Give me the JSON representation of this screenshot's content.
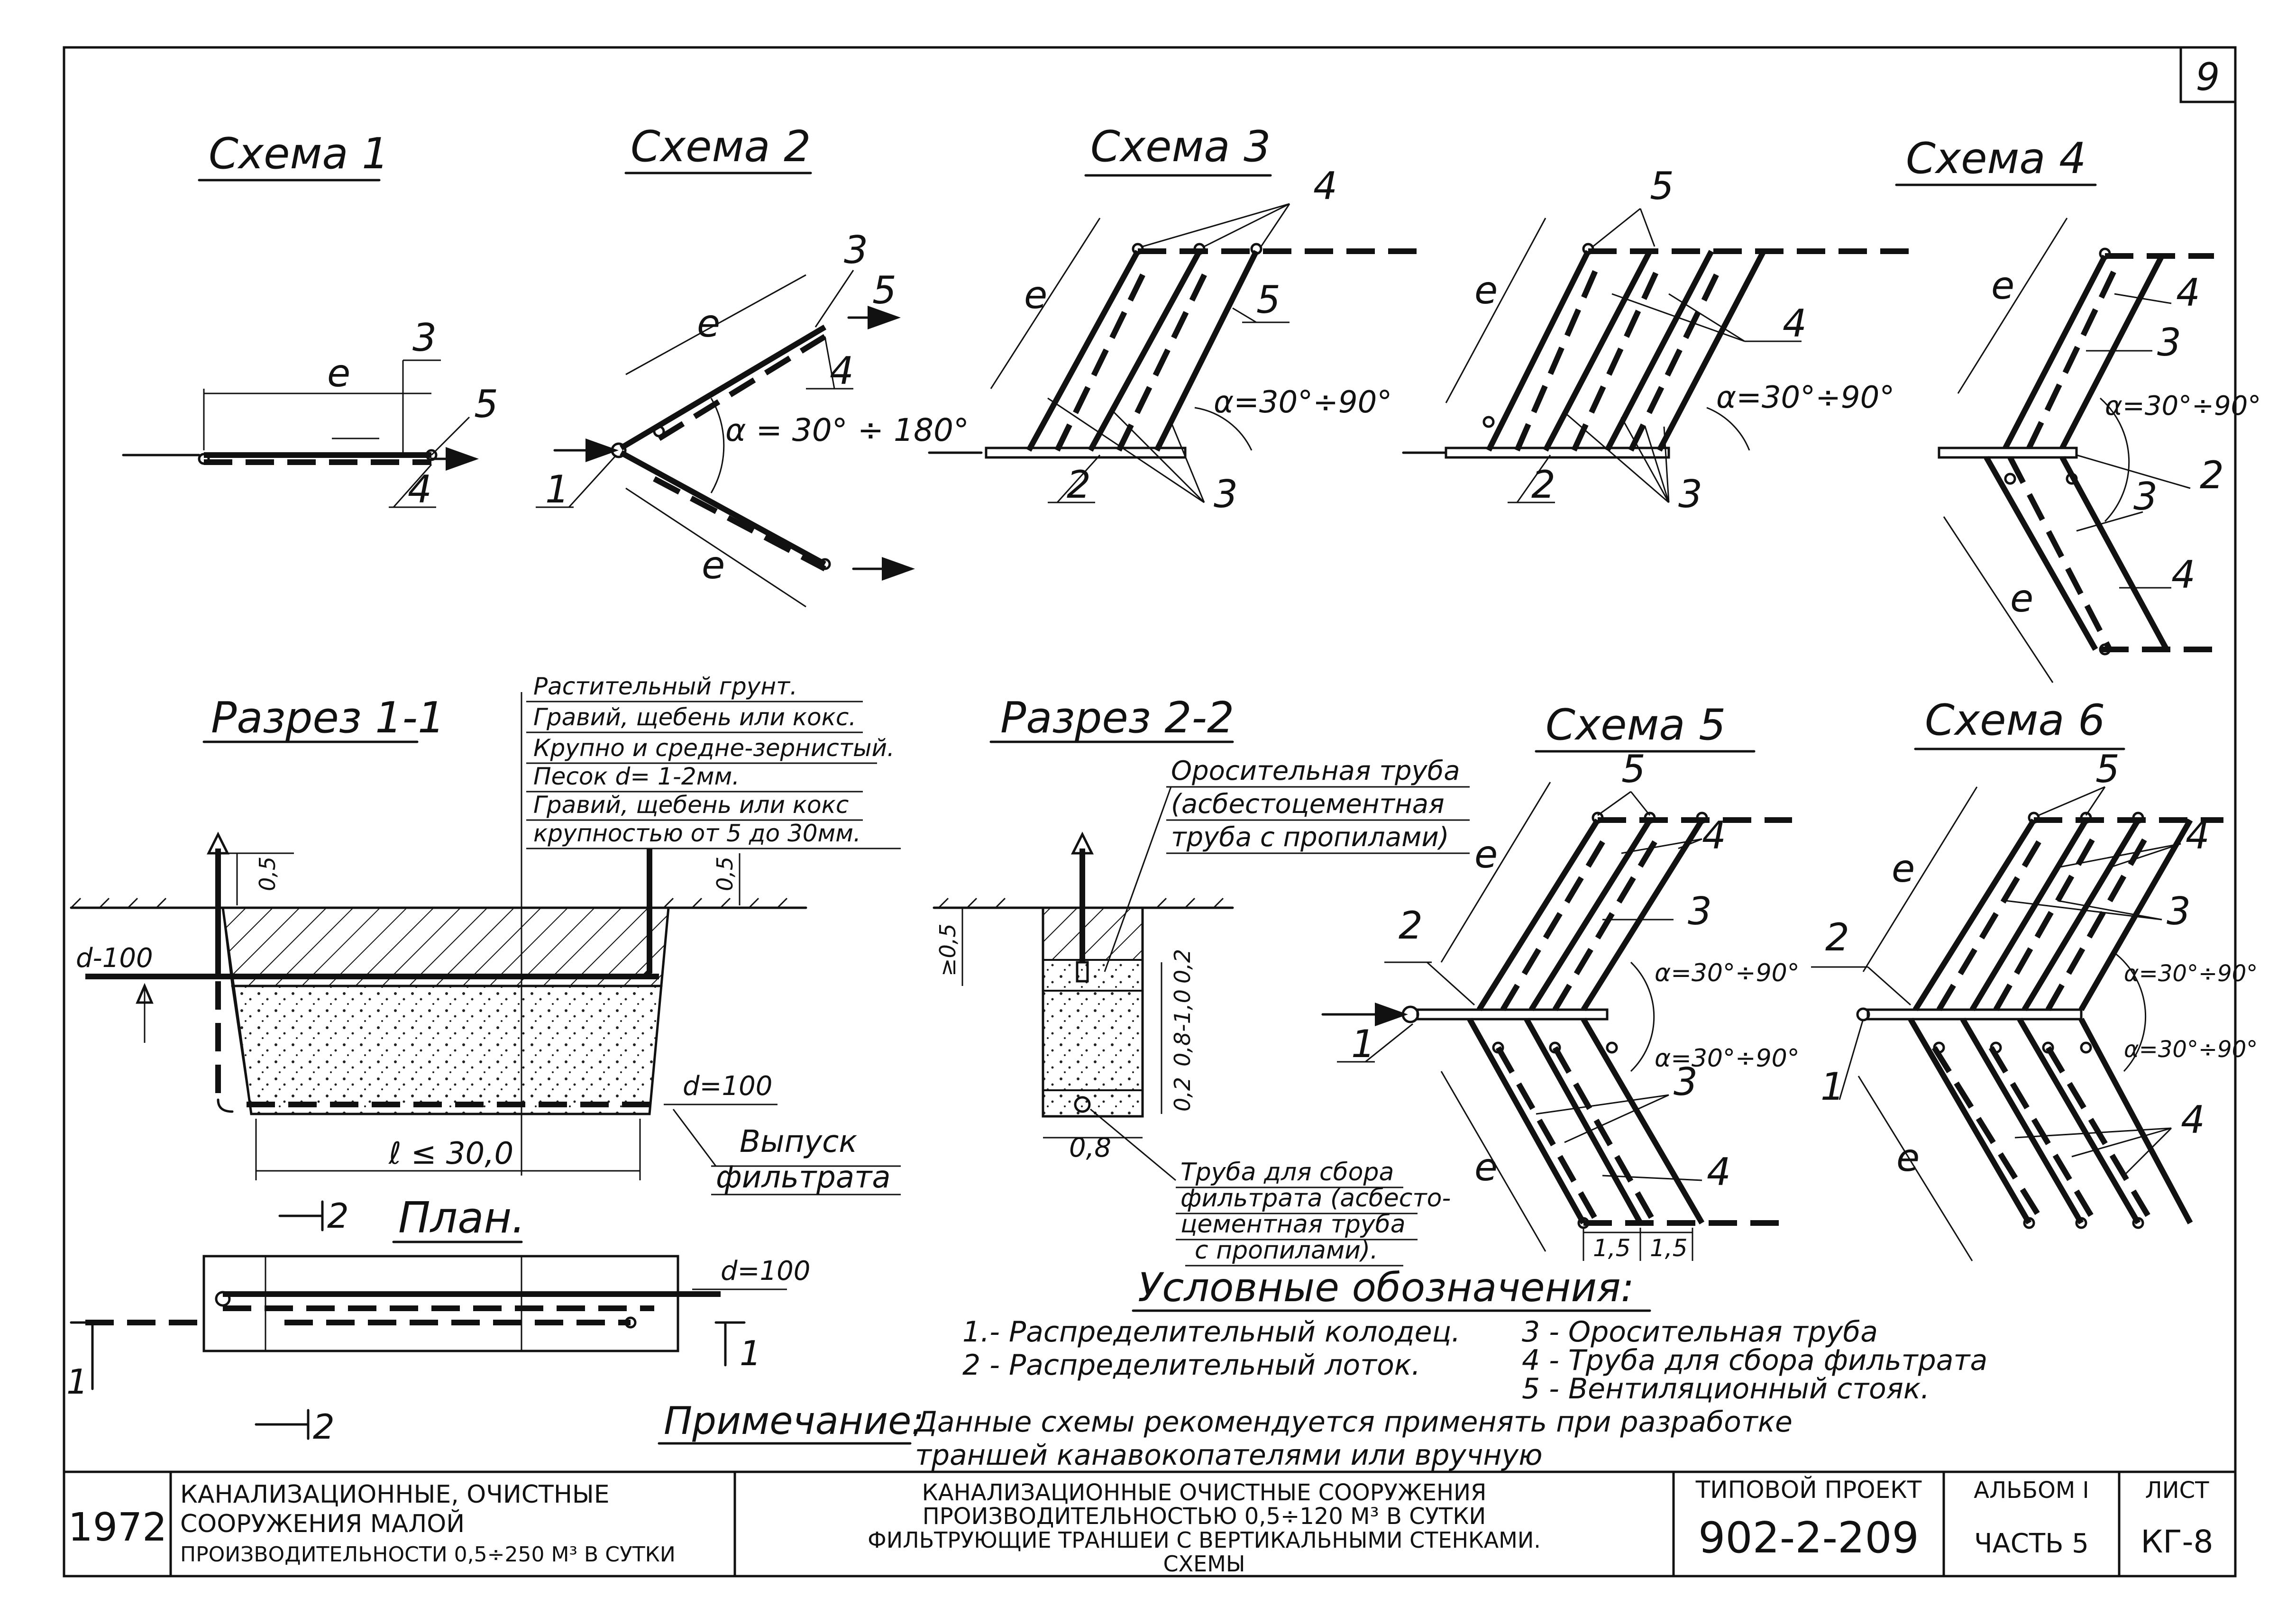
{
  "sheet_number": "9",
  "schemes": {
    "s1": {
      "title": "Схема 1",
      "labels": {
        "l": "e",
        "c3": "3",
        "c4": "4",
        "c5": "5"
      }
    },
    "s2": {
      "title": "Схема 2",
      "labels": {
        "l1": "e",
        "l2": "e",
        "c1": "1",
        "c3": "3",
        "c4": "4",
        "c5": "5",
        "angle": "α = 30° ÷ 180°"
      }
    },
    "s3a": {
      "title": "Схема 3",
      "labels": {
        "l": "e",
        "c2": "2",
        "c3": "3",
        "c4": "4",
        "c5": "5",
        "angle": "α=30°÷90°"
      }
    },
    "s3b": {
      "labels": {
        "l": "e",
        "c2": "2",
        "c3": "3",
        "c4": "4",
        "c5": "5",
        "angle": "α=30°÷90°"
      }
    },
    "s4": {
      "title": "Схема 4",
      "labels": {
        "l1": "e",
        "l2": "e",
        "c2": "2",
        "c3a": "3",
        "c3b": "3",
        "c4a": "4",
        "c4b": "4",
        "angle": "α=30°÷90°"
      }
    },
    "s5": {
      "title": "Схема 5",
      "labels": {
        "l1": "e",
        "l2": "e",
        "c1": "1",
        "c2": "2",
        "c3a": "3",
        "c3b": "3",
        "c4a": "4",
        "c4b": "4",
        "c5": "5",
        "angle1": "α=30°÷90°",
        "angle2": "α=30°÷90°",
        "d1": "1,5",
        "d2": "1,5"
      }
    },
    "s6": {
      "title": "Схема 6",
      "labels": {
        "l1": "e",
        "l2": "e",
        "c1": "1",
        "c2": "2",
        "c3": "3",
        "c4a": "4",
        "c4b": "4",
        "c5": "5",
        "angle1": "α=30°÷90°",
        "angle2": "α=30°÷90°"
      }
    }
  },
  "section11": {
    "title": "Разрез 1-1",
    "layers": [
      "Растительный грунт.",
      "Гравий, щебень или кокс.",
      "Крупно и средне-зернистый.",
      "Песок d= 1-2мм.",
      "Гравий, щебень или кокс",
      "крупностью от 5 до 30мм."
    ],
    "dim_top1": "0,5",
    "dim_top2": "0,5",
    "d_in": "d-100",
    "d_out": "d=100",
    "length": "ℓ ≤ 30,0",
    "outlet": [
      "Выпуск",
      "фильтрата"
    ]
  },
  "section22": {
    "title": "Разрез 2-2",
    "top_note": [
      "Оросительная труба",
      "(асбестоцементная",
      "труба с пропилами)"
    ],
    "bottom_note": [
      "Труба для сбора",
      "фильтрата (асбесто-",
      "цементная труба",
      "с пропилами)."
    ],
    "dims": [
      "≥0,5",
      "0,2",
      "0,8-1,0",
      "0,2",
      "0,8"
    ]
  },
  "plan": {
    "title": "План.",
    "d": "d=100",
    "cut1": "1",
    "cut1b": "1",
    "cut2": "2",
    "cut2b": "2"
  },
  "legend": {
    "title": "Условные обозначения:",
    "items": [
      "1.- Распределительный колодец.",
      "2 - Распределительный лоток.",
      "3 - Оросительная труба",
      "4 - Труба для сбора фильтрата",
      "5 - Вентиляционный стояк."
    ]
  },
  "note": {
    "label": "Примечание:",
    "line1": "Данные схемы рекомендуется применять при разработке",
    "line2": "траншей канавокопателями или вручную"
  },
  "title_block": {
    "year": "1972",
    "series": [
      "Канализационные, очистные",
      "сооружения малой",
      "производительности 0,5÷250 м³ в сутки"
    ],
    "title": [
      "Канализационные очистные сооружения",
      "производительностью 0,5÷120 м³ в сутки",
      "Фильтрующие траншеи с вертикальными стенками.",
      "Схемы"
    ],
    "project_label": "Типовой проект",
    "project_number": "902-2-209",
    "album": "Альбом I",
    "part": "Часть 5",
    "sheet_label": "Лист",
    "sheet_code": "КГ-8"
  }
}
